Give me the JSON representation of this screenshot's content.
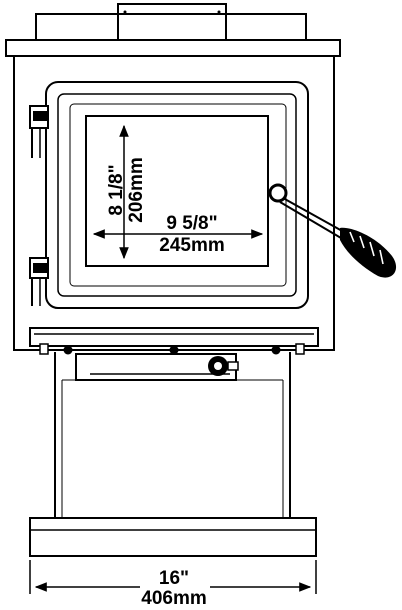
{
  "glass": {
    "height_in": "8  1/8\"",
    "height_mm": "206mm",
    "width_in": "9  5/8\"",
    "width_mm": "245mm"
  },
  "stove": {
    "width_in": "16\"",
    "width_mm": "406mm"
  },
  "colors": {
    "line": "#000000",
    "background": "#ffffff"
  }
}
